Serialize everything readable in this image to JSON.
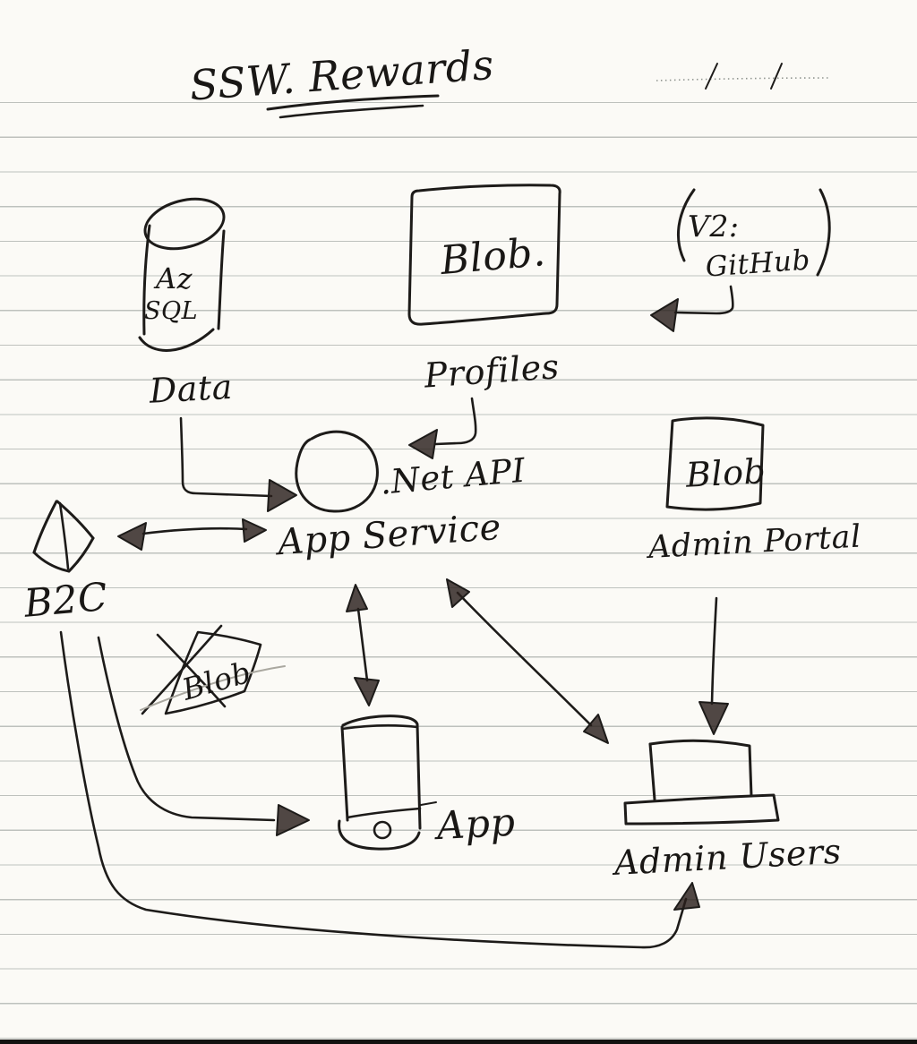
{
  "colors": {
    "ink": "#1d1b19",
    "paper": "#fbfaf6",
    "rule": "#a9aeaa",
    "arrowhead": "#2a201c"
  },
  "title": "SSW. Rewards",
  "nodes": {
    "az_sql": {
      "text_line1": "Az",
      "text_line2": "SQL",
      "caption": "Data"
    },
    "profiles_blob": {
      "text": "Blob.",
      "caption": "Profiles"
    },
    "github_note": {
      "text_line1": "V2:",
      "text_line2": "GitHub"
    },
    "dotnet_api": {
      "text": ".Net API"
    },
    "app_service": {
      "text": "App Service"
    },
    "b2c": {
      "text": "B2C"
    },
    "crossed_blob": {
      "text": "Blob"
    },
    "admin_portal_blob": {
      "text": "Blob",
      "caption": "Admin Portal"
    },
    "phone": {
      "caption": "App"
    },
    "laptop": {
      "caption": "Admin Users"
    }
  }
}
